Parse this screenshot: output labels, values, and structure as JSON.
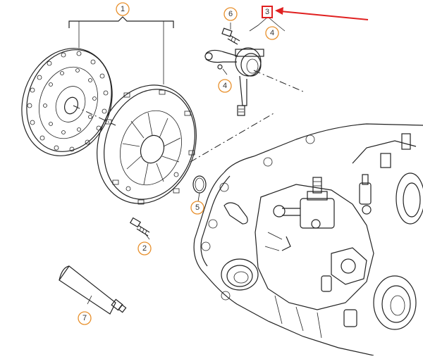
{
  "callouts": {
    "c1": "1",
    "c2": "2",
    "c3": "3",
    "c4a": "4",
    "c4b": "4",
    "c5": "5",
    "c6": "6",
    "c7": "7"
  },
  "colors": {
    "callout_circle": "#e8902c",
    "highlight_box": "#e02020",
    "arrow": "#e02020",
    "line_art": "#222222"
  }
}
